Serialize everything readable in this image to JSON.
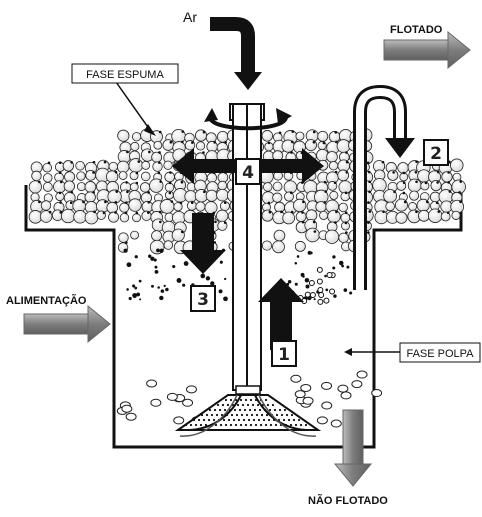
{
  "labels": {
    "air": "Ar",
    "floated": "FLOTADO",
    "froth_phase": "FASE ESPUMA",
    "feed": "ALIMENTAÇÃO",
    "pulp_phase": "FASE POLPA",
    "not_floated": "NÃO FLOTADO"
  },
  "zones": [
    "1",
    "2",
    "3",
    "4"
  ],
  "colors": {
    "ink": "#111111",
    "gray_arrow": "#8a8a8a",
    "bubble_outline": "#222222",
    "particle": "#111111"
  }
}
